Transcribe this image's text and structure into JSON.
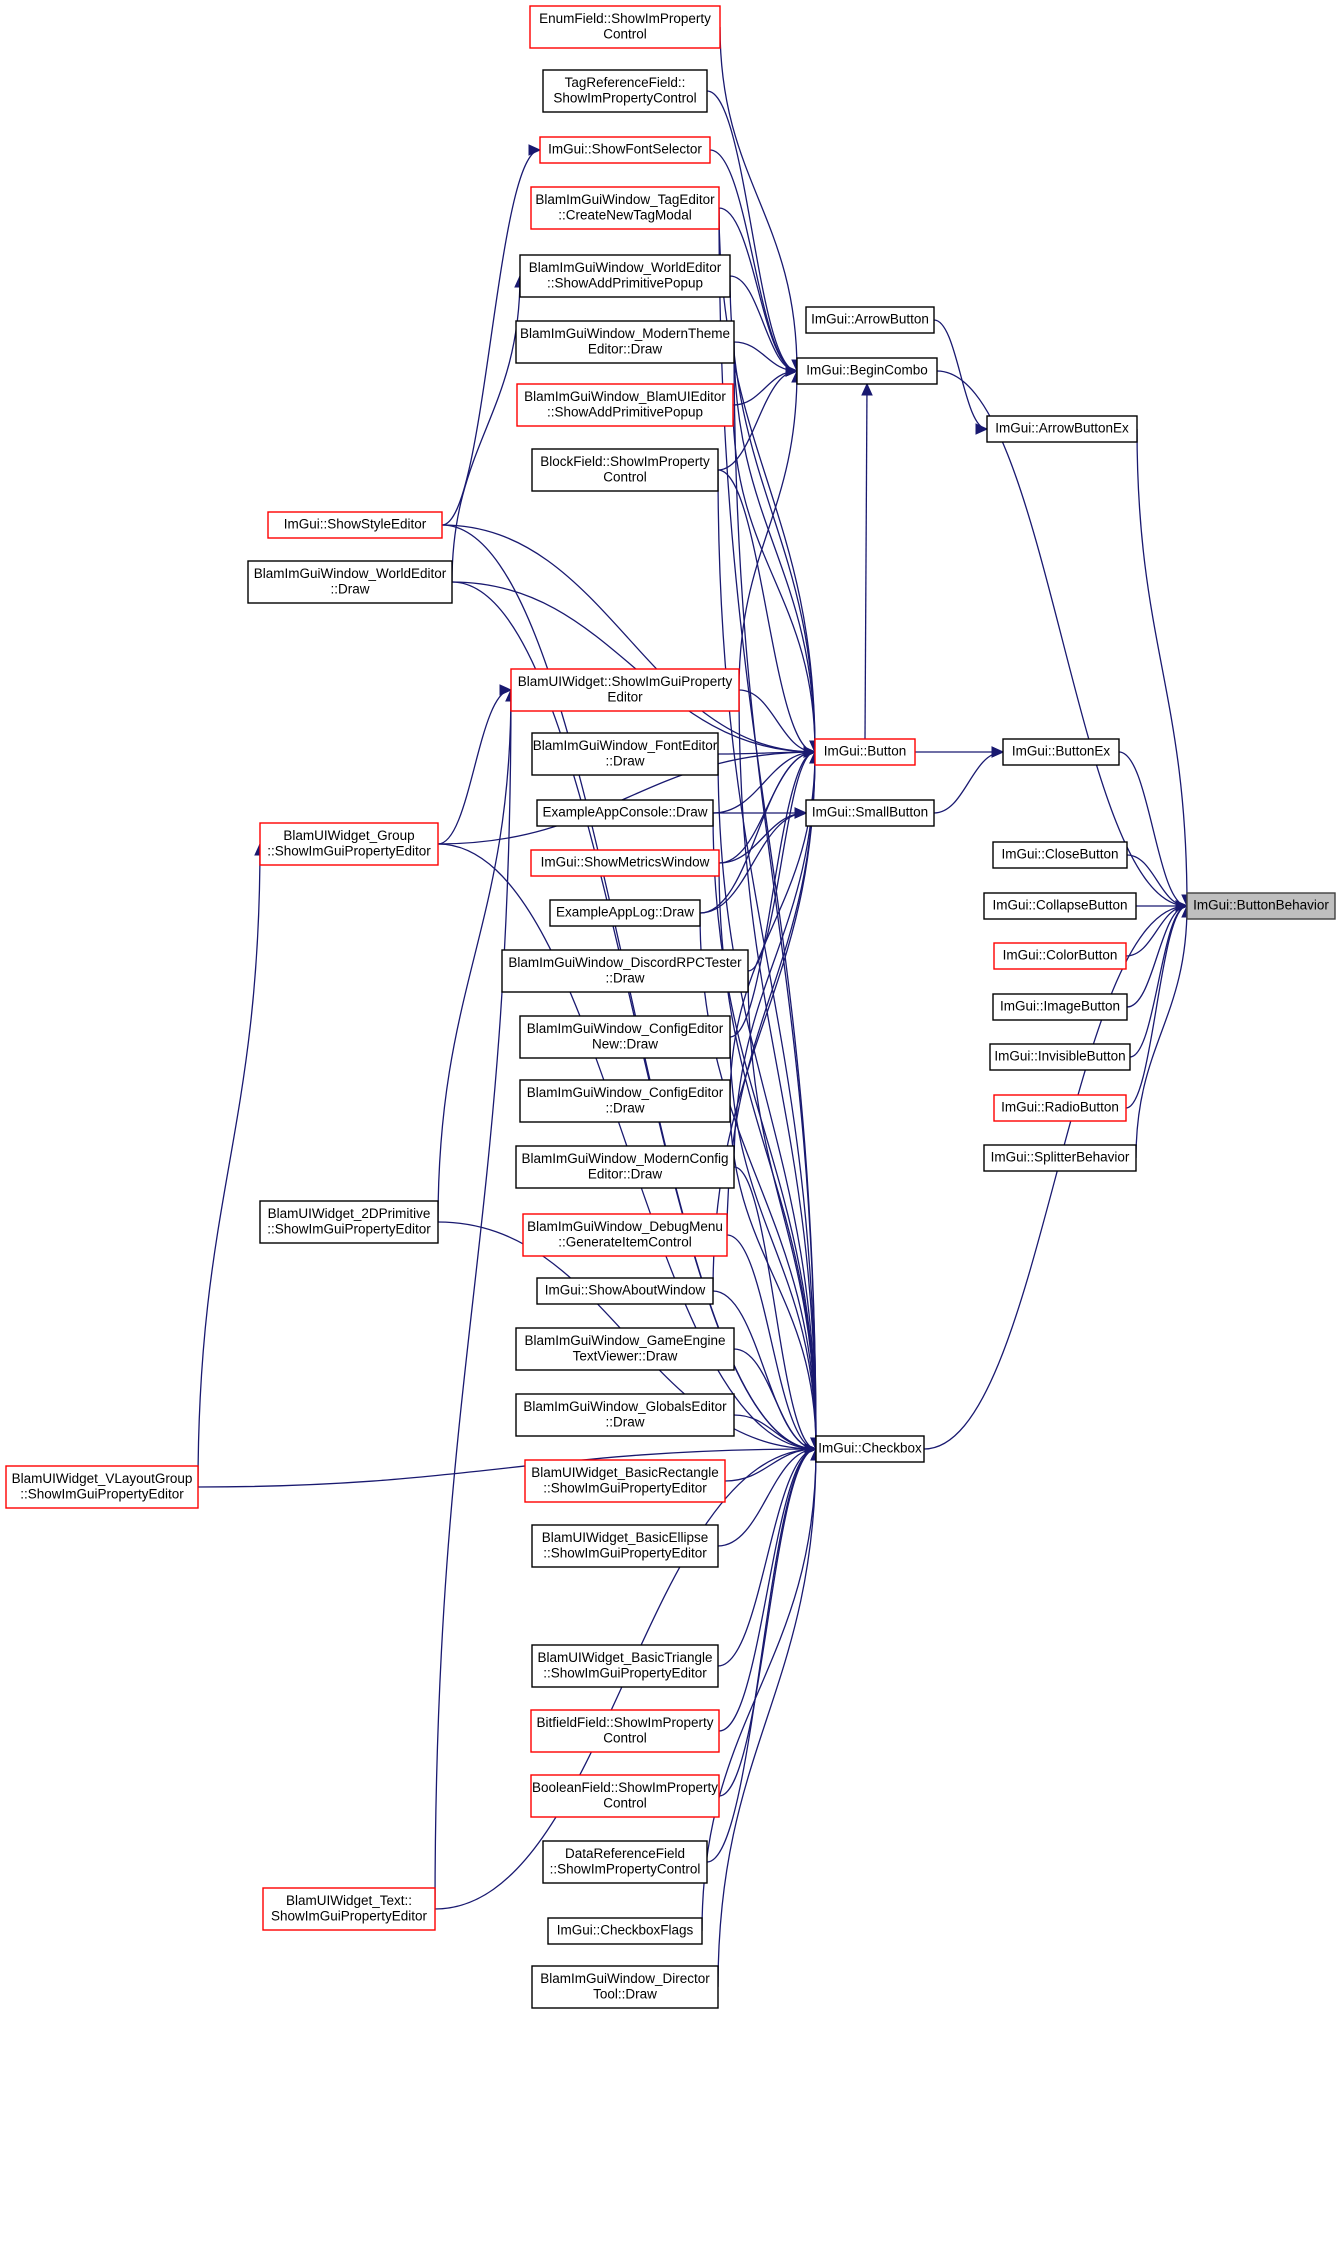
{
  "root": "ImGui::ButtonBehavior",
  "nodes": [
    {
      "id": "enumfield",
      "lines": [
        "EnumField::ShowImProperty",
        "Control"
      ],
      "red": true
    },
    {
      "id": "tagref",
      "lines": [
        "TagReferenceField::",
        "ShowImPropertyControl"
      ],
      "red": false
    },
    {
      "id": "showfont",
      "lines": [
        "ImGui::ShowFontSelector"
      ],
      "red": true
    },
    {
      "id": "tageditor",
      "lines": [
        "BlamImGuiWindow_TagEditor",
        "::CreateNewTagModal"
      ],
      "red": true
    },
    {
      "id": "weaddprim",
      "lines": [
        "BlamImGuiWindow_WorldEditor",
        "::ShowAddPrimitivePopup"
      ],
      "red": false
    },
    {
      "id": "moderntheme",
      "lines": [
        "BlamImGuiWindow_ModernTheme",
        "Editor::Draw"
      ],
      "red": false
    },
    {
      "id": "uieditor",
      "lines": [
        "BlamImGuiWindow_BlamUIEditor",
        "::ShowAddPrimitivePopup"
      ],
      "red": true
    },
    {
      "id": "blockfield",
      "lines": [
        "BlockField::ShowImProperty",
        "Control"
      ],
      "red": false
    },
    {
      "id": "styleeditor",
      "lines": [
        "ImGui::ShowStyleEditor"
      ],
      "red": true
    },
    {
      "id": "wedraw",
      "lines": [
        "BlamImGuiWindow_WorldEditor",
        "::Draw"
      ],
      "red": false
    },
    {
      "id": "uiwidget",
      "lines": [
        "BlamUIWidget::ShowImGuiProperty",
        "Editor"
      ],
      "red": true
    },
    {
      "id": "fonteditor",
      "lines": [
        "BlamImGuiWindow_FontEditor",
        "::Draw"
      ],
      "red": false
    },
    {
      "id": "console",
      "lines": [
        "ExampleAppConsole::Draw"
      ],
      "red": false
    },
    {
      "id": "metrics",
      "lines": [
        "ImGui::ShowMetricsWindow"
      ],
      "red": true
    },
    {
      "id": "applog",
      "lines": [
        "ExampleAppLog::Draw"
      ],
      "red": false
    },
    {
      "id": "discord",
      "lines": [
        "BlamImGuiWindow_DiscordRPCTester",
        "::Draw"
      ],
      "red": false
    },
    {
      "id": "confignew",
      "lines": [
        "BlamImGuiWindow_ConfigEditor",
        "New::Draw"
      ],
      "red": false
    },
    {
      "id": "configed",
      "lines": [
        "BlamImGuiWindow_ConfigEditor",
        "::Draw"
      ],
      "red": false
    },
    {
      "id": "modernconfig",
      "lines": [
        "BlamImGuiWindow_ModernConfig",
        "Editor::Draw"
      ],
      "red": false
    },
    {
      "id": "debugmenu",
      "lines": [
        "BlamImGuiWindow_DebugMenu",
        "::GenerateItemControl"
      ],
      "red": true
    },
    {
      "id": "about",
      "lines": [
        "ImGui::ShowAboutWindow"
      ],
      "red": false
    },
    {
      "id": "gametext",
      "lines": [
        "BlamImGuiWindow_GameEngine",
        "TextViewer::Draw"
      ],
      "red": false
    },
    {
      "id": "globals",
      "lines": [
        "BlamImGuiWindow_GlobalsEditor",
        "::Draw"
      ],
      "red": false
    },
    {
      "id": "basicrect",
      "lines": [
        "BlamUIWidget_BasicRectangle",
        "::ShowImGuiPropertyEditor"
      ],
      "red": true
    },
    {
      "id": "basicellipse",
      "lines": [
        "BlamUIWidget_BasicEllipse",
        "::ShowImGuiPropertyEditor"
      ],
      "red": false
    },
    {
      "id": "basictri",
      "lines": [
        "BlamUIWidget_BasicTriangle",
        "::ShowImGuiPropertyEditor"
      ],
      "red": false
    },
    {
      "id": "bitfield",
      "lines": [
        "BitfieldField::ShowImProperty",
        "Control"
      ],
      "red": true
    },
    {
      "id": "boolfield",
      "lines": [
        "BooleanField::ShowImProperty",
        "Control"
      ],
      "red": true
    },
    {
      "id": "dataref",
      "lines": [
        "DataReferenceField",
        "::ShowImPropertyControl"
      ],
      "red": false
    },
    {
      "id": "checkflags",
      "lines": [
        "ImGui::CheckboxFlags"
      ],
      "red": false
    },
    {
      "id": "director",
      "lines": [
        "BlamImGuiWindow_Director",
        "Tool::Draw"
      ],
      "red": false
    },
    {
      "id": "group",
      "lines": [
        "BlamUIWidget_Group",
        "::ShowImGuiPropertyEditor"
      ],
      "red": true
    },
    {
      "id": "prim2d",
      "lines": [
        "BlamUIWidget_2DPrimitive",
        "::ShowImGuiPropertyEditor"
      ],
      "red": false
    },
    {
      "id": "vlayout",
      "lines": [
        "BlamUIWidget_VLayoutGroup",
        "::ShowImGuiPropertyEditor"
      ],
      "red": true
    },
    {
      "id": "textw",
      "lines": [
        "BlamUIWidget_Text::",
        "ShowImGuiPropertyEditor"
      ],
      "red": true
    },
    {
      "id": "arrowbutton",
      "lines": [
        "ImGui::ArrowButton"
      ],
      "red": false
    },
    {
      "id": "begincombo",
      "lines": [
        "ImGui::BeginCombo"
      ],
      "red": false
    },
    {
      "id": "button",
      "lines": [
        "ImGui::Button"
      ],
      "red": true
    },
    {
      "id": "smallbutton",
      "lines": [
        "ImGui::SmallButton"
      ],
      "red": false
    },
    {
      "id": "checkbox",
      "lines": [
        "ImGui::Checkbox"
      ],
      "red": false
    },
    {
      "id": "arrowbuttonex",
      "lines": [
        "ImGui::ArrowButtonEx"
      ],
      "red": false
    },
    {
      "id": "buttonex",
      "lines": [
        "ImGui::ButtonEx"
      ],
      "red": false
    },
    {
      "id": "closebutton",
      "lines": [
        "ImGui::CloseButton"
      ],
      "red": false
    },
    {
      "id": "collapsebutton",
      "lines": [
        "ImGui::CollapseButton"
      ],
      "red": false
    },
    {
      "id": "colorbutton",
      "lines": [
        "ImGui::ColorButton"
      ],
      "red": true
    },
    {
      "id": "imagebutton",
      "lines": [
        "ImGui::ImageButton"
      ],
      "red": false
    },
    {
      "id": "invisiblebutton",
      "lines": [
        "ImGui::InvisibleButton"
      ],
      "red": false
    },
    {
      "id": "radiobutton",
      "lines": [
        "ImGui::RadioButton"
      ],
      "red": true
    },
    {
      "id": "splitter",
      "lines": [
        "ImGui::SplitterBehavior"
      ],
      "red": false
    },
    {
      "id": "buttonbehavior",
      "lines": [
        "ImGui::ButtonBehavior"
      ],
      "red": false,
      "root": true
    }
  ],
  "edges": [
    [
      "arrowbutton",
      "arrowbuttonex"
    ],
    [
      "arrowbuttonex",
      "buttonbehavior"
    ],
    [
      "begincombo",
      "buttonbehavior"
    ],
    [
      "button",
      "buttonex"
    ],
    [
      "smallbutton",
      "buttonex"
    ],
    [
      "buttonex",
      "buttonbehavior"
    ],
    [
      "checkbox",
      "buttonbehavior"
    ],
    [
      "closebutton",
      "buttonbehavior"
    ],
    [
      "collapsebutton",
      "buttonbehavior"
    ],
    [
      "colorbutton",
      "buttonbehavior"
    ],
    [
      "imagebutton",
      "buttonbehavior"
    ],
    [
      "invisiblebutton",
      "buttonbehavior"
    ],
    [
      "radiobutton",
      "buttonbehavior"
    ],
    [
      "splitter",
      "buttonbehavior"
    ],
    [
      "enumfield",
      "begincombo"
    ],
    [
      "tagref",
      "begincombo"
    ],
    [
      "showfont",
      "begincombo"
    ],
    [
      "tageditor",
      "begincombo"
    ],
    [
      "weaddprim",
      "begincombo"
    ],
    [
      "moderntheme",
      "begincombo"
    ],
    [
      "uieditor",
      "begincombo"
    ],
    [
      "blockfield",
      "begincombo"
    ],
    [
      "uiwidget",
      "begincombo"
    ],
    [
      "button",
      "begincombo"
    ],
    [
      "tageditor",
      "button"
    ],
    [
      "weaddprim",
      "button"
    ],
    [
      "moderntheme",
      "button"
    ],
    [
      "uieditor",
      "button"
    ],
    [
      "blockfield",
      "button"
    ],
    [
      "styleeditor",
      "button"
    ],
    [
      "wedraw",
      "button"
    ],
    [
      "uiwidget",
      "button"
    ],
    [
      "fonteditor",
      "button"
    ],
    [
      "console",
      "button"
    ],
    [
      "metrics",
      "button"
    ],
    [
      "applog",
      "button"
    ],
    [
      "discord",
      "button"
    ],
    [
      "confignew",
      "button"
    ],
    [
      "configed",
      "button"
    ],
    [
      "modernconfig",
      "button"
    ],
    [
      "debugmenu",
      "button"
    ],
    [
      "about",
      "button"
    ],
    [
      "group",
      "button"
    ],
    [
      "console",
      "smallbutton"
    ],
    [
      "metrics",
      "smallbutton"
    ],
    [
      "applog",
      "smallbutton"
    ],
    [
      "tageditor",
      "checkbox"
    ],
    [
      "moderntheme",
      "checkbox"
    ],
    [
      "blockfield",
      "checkbox"
    ],
    [
      "styleeditor",
      "checkbox"
    ],
    [
      "uiwidget",
      "checkbox"
    ],
    [
      "fonteditor",
      "checkbox"
    ],
    [
      "console",
      "checkbox"
    ],
    [
      "metrics",
      "checkbox"
    ],
    [
      "applog",
      "checkbox"
    ],
    [
      "discord",
      "checkbox"
    ],
    [
      "confignew",
      "checkbox"
    ],
    [
      "configed",
      "checkbox"
    ],
    [
      "modernconfig",
      "checkbox"
    ],
    [
      "debugmenu",
      "checkbox"
    ],
    [
      "about",
      "checkbox"
    ],
    [
      "gametext",
      "checkbox"
    ],
    [
      "globals",
      "checkbox"
    ],
    [
      "basicrect",
      "checkbox"
    ],
    [
      "basicellipse",
      "checkbox"
    ],
    [
      "basictri",
      "checkbox"
    ],
    [
      "bitfield",
      "checkbox"
    ],
    [
      "boolfield",
      "checkbox"
    ],
    [
      "dataref",
      "checkbox"
    ],
    [
      "checkflags",
      "checkbox"
    ],
    [
      "director",
      "checkbox"
    ],
    [
      "wedraw",
      "checkbox"
    ],
    [
      "group",
      "checkbox"
    ],
    [
      "prim2d",
      "checkbox"
    ],
    [
      "textw",
      "checkbox"
    ],
    [
      "vlayout",
      "checkbox"
    ],
    [
      "styleeditor",
      "showfont"
    ],
    [
      "wedraw",
      "weaddprim"
    ],
    [
      "group",
      "uiwidget"
    ],
    [
      "prim2d",
      "uiwidget"
    ],
    [
      "textw",
      "uiwidget"
    ],
    [
      "vlayout",
      "group"
    ]
  ]
}
